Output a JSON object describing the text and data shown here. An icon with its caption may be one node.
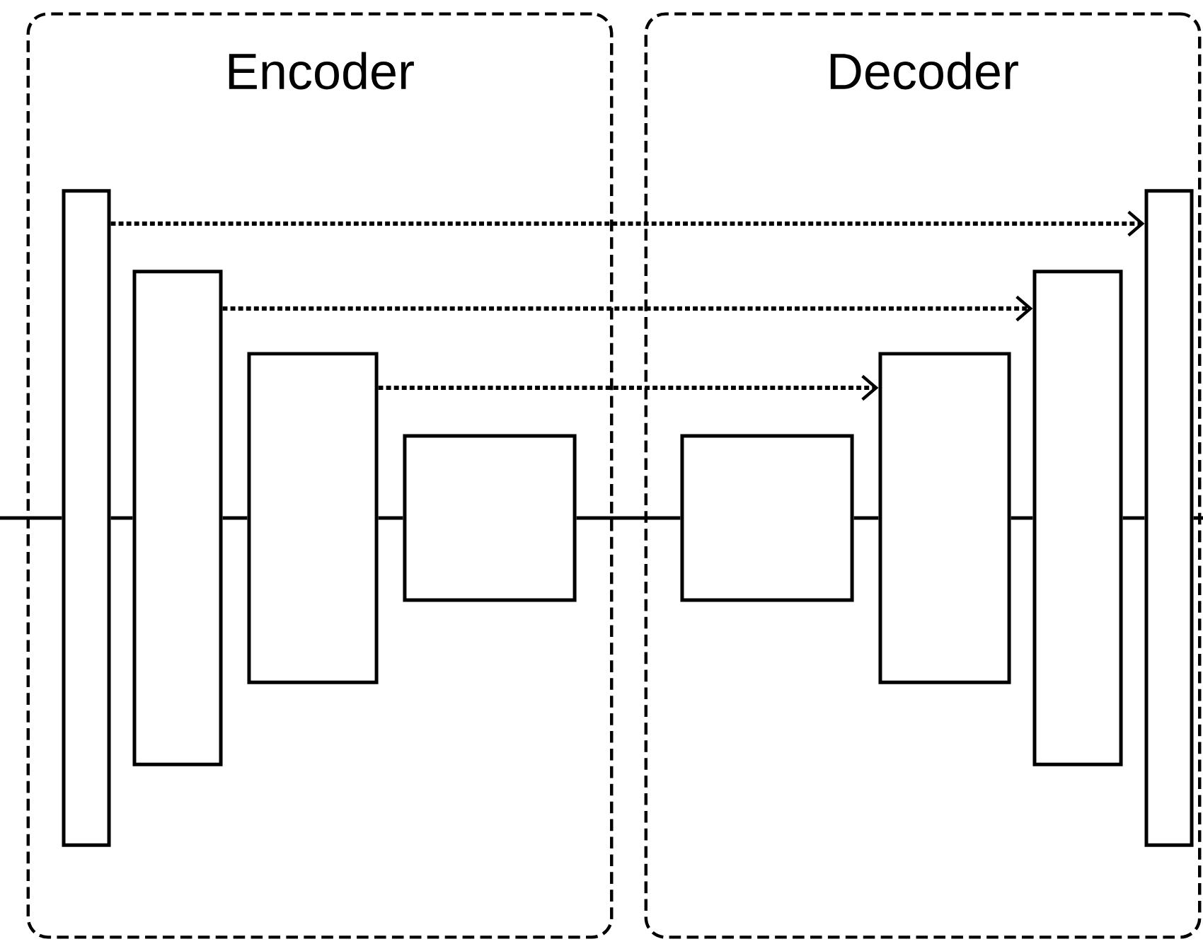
{
  "diagram": {
    "nodes": [
      {
        "text": [
          "Encoder"
        ]
      },
      {
        "text": [
          "Decoder"
        ]
      },
      {
        "text": [],
        "shape": "box",
        "in": 0
      },
      {
        "text": [],
        "shape": "box",
        "in": 0
      },
      {
        "text": [],
        "shape": "box",
        "in": 0
      },
      {
        "text": [],
        "shape": "box",
        "in": 0
      },
      {
        "text": [],
        "shape": "box",
        "in": 1
      },
      {
        "text": [],
        "shape": "box",
        "in": 1
      },
      {
        "text": [],
        "shape": "box",
        "in": 1
      },
      {
        "text": [],
        "shape": "box",
        "in": 1
      }
    ],
    "edges": [
      {
        "from": null,
        "to": 2,
        "arrow": "none"
      },
      {
        "from": 2,
        "to": 3,
        "arrow": "none"
      },
      {
        "from": 3,
        "to": 4,
        "arrow": "none"
      },
      {
        "from": 4,
        "to": 5,
        "arrow": "none"
      },
      {
        "from": 5,
        "to": 6,
        "arrow": "none"
      },
      {
        "from": 6,
        "to": 7,
        "arrow": "none"
      },
      {
        "from": 7,
        "to": 8,
        "arrow": "none"
      },
      {
        "from": 8,
        "to": 9,
        "arrow": "none"
      },
      {
        "from": 9,
        "to": null,
        "arrow": "none"
      },
      {
        "from": 2,
        "to": 9,
        "arrow": "to",
        "style": "dashed"
      },
      {
        "from": 3,
        "to": 8,
        "arrow": "to",
        "style": "dashed"
      },
      {
        "from": 4,
        "to": 7,
        "arrow": "to",
        "style": "dashed"
      }
    ]
  }
}
